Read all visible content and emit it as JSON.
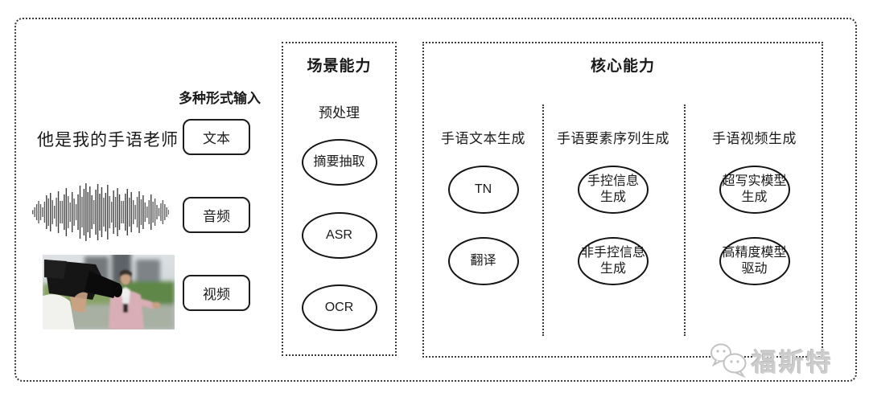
{
  "input_section": {
    "title": "多种形式输入",
    "text_example": "他是我的手语老师",
    "items": [
      {
        "label": "文本"
      },
      {
        "label": "音频"
      },
      {
        "label": "视频"
      }
    ],
    "graphics": {
      "waveform": "audio-waveform-graphic",
      "photo": "reporter-being-filmed-photo"
    }
  },
  "scene_section": {
    "title": "场景能力",
    "subtitle": "预处理",
    "nodes": [
      {
        "label": "摘要抽取"
      },
      {
        "label": "ASR"
      },
      {
        "label": "OCR"
      }
    ]
  },
  "core_section": {
    "title": "核心能力",
    "columns": [
      {
        "header": "手语文本生成",
        "nodes": [
          {
            "label": "TN"
          },
          {
            "label": "翻译"
          }
        ]
      },
      {
        "header": "手语要素序列生成",
        "nodes": [
          {
            "label": "手控信息\n生成"
          },
          {
            "label": "非手控信息\n生成"
          }
        ]
      },
      {
        "header": "手语视频生成",
        "nodes": [
          {
            "label": "超写实模型\n生成"
          },
          {
            "label": "高精度模型\n驱动"
          }
        ]
      }
    ]
  },
  "watermark": {
    "text": "福斯特",
    "icon": "wechat-icon",
    "color": "#cdcdcd"
  },
  "colors": {
    "line": "#3d3d3d",
    "ink": "#1a1a1a",
    "background": "#ffffff"
  }
}
